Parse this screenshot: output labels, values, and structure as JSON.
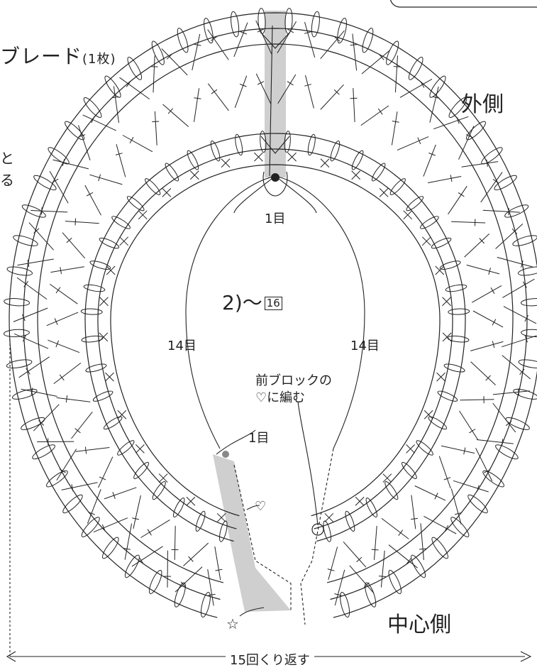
{
  "title": {
    "text": "ブレード",
    "count": "(1枚)"
  },
  "side_fragments": [
    "と",
    "る"
  ],
  "labels": {
    "outer": "外側",
    "center": "中心側",
    "rows_prefix": "2)",
    "rows_tilde": "〜",
    "rows_box": "16",
    "stitch_top": "1目",
    "stitch_left": "14目",
    "stitch_right": "14目",
    "stitch_bottom": "1目",
    "note_line1": "前ブロックの",
    "note_line2": "♡に編む",
    "heart_mark": "♡",
    "star_mark": "☆",
    "repeat": "15回くり返す"
  },
  "colors": {
    "line": "#222222",
    "highlight": "#cfcfcf",
    "dot": "#888888"
  }
}
